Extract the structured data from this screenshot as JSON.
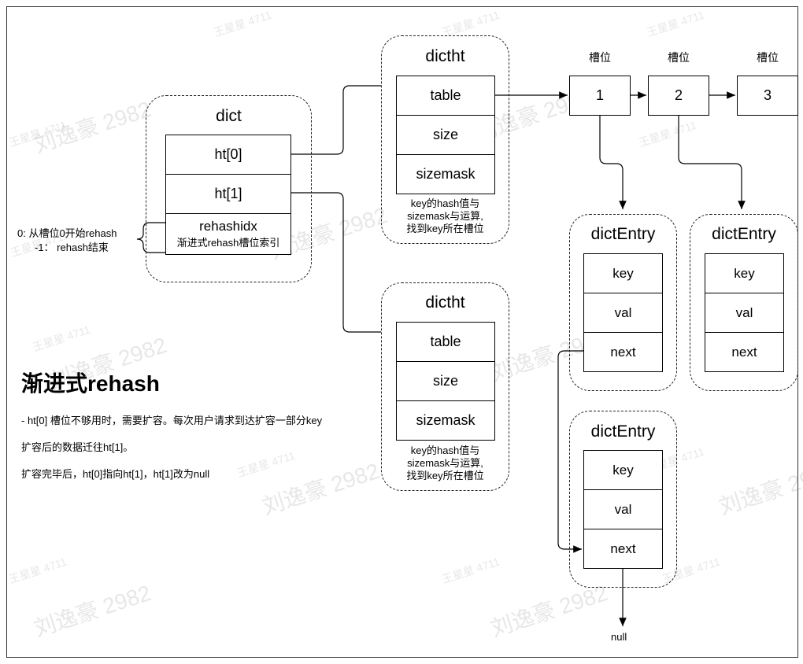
{
  "dict": {
    "title": "dict",
    "ht0": "ht[0]",
    "ht1": "ht[1]",
    "rehashidx": "rehashidx",
    "rehashidx_note": "渐进式rehash槽位索引"
  },
  "rehash_annotation": {
    "line1": "0: 从槽位0开始rehash",
    "line2": "-1： rehash结束"
  },
  "dictht_top": {
    "title": "dictht",
    "fields": [
      "table",
      "size",
      "sizemask"
    ],
    "note_lines": [
      "key的hash值与",
      "sizemask与运算,",
      "找到key所在槽位"
    ]
  },
  "dictht_bottom": {
    "title": "dictht",
    "fields": [
      "table",
      "size",
      "sizemask"
    ],
    "note_lines": [
      "key的hash值与",
      "sizemask与运算,",
      "找到key所在槽位"
    ]
  },
  "slots": [
    {
      "label": "槽位",
      "value": "1"
    },
    {
      "label": "槽位",
      "value": "2"
    },
    {
      "label": "槽位",
      "value": "3"
    }
  ],
  "entries": [
    {
      "title": "dictEntry",
      "fields": [
        "key",
        "val",
        "next"
      ]
    },
    {
      "title": "dictEntry",
      "fields": [
        "key",
        "val",
        "next"
      ]
    },
    {
      "title": "dictEntry",
      "fields": [
        "key",
        "val",
        "next"
      ]
    }
  ],
  "null_label": "null",
  "heading": "渐进式rehash",
  "description": [
    "- ht[0] 槽位不够用时，需要扩容。每次用户请求到达扩容一部分key",
    "扩容后的数据迁往ht[1]。",
    "扩容完毕后，ht[0]指向ht[1]，ht[1]改为null"
  ],
  "watermarks": {
    "name": "刘逸豪 2982",
    "id": "王星星 4711"
  }
}
